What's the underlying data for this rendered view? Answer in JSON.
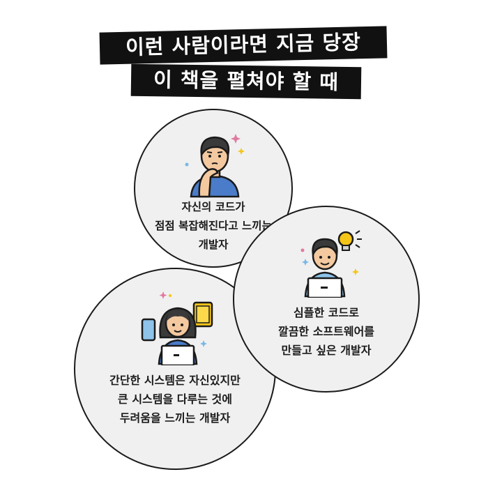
{
  "title": {
    "line1": "이런 사람이라면 지금 당장",
    "line2": "이 책을 펼쳐야 할 때"
  },
  "personas": [
    {
      "icon": "thinking-person-icon",
      "lines": [
        "자신의 코드가",
        "점점 복잡해진다고 느끼는",
        "개발자"
      ]
    },
    {
      "icon": "developer-lightbulb-icon",
      "lines": [
        "심플한 코드로",
        "깔끔한 소프트웨어를",
        "만들고 싶은 개발자"
      ]
    },
    {
      "icon": "developer-devices-icon",
      "lines": [
        "간단한 시스템은 자신있지만",
        "큰 시스템을 다루는 것에",
        "두려움을 느끼는 개발자"
      ]
    }
  ],
  "colors": {
    "title_band": "#111111",
    "circle_fill": "#f0f0f0",
    "shirt_blue": "#4a7cc9",
    "hair": "#3a3a3a",
    "skin": "#f4c9a0",
    "accent_yellow": "#f5c518"
  }
}
